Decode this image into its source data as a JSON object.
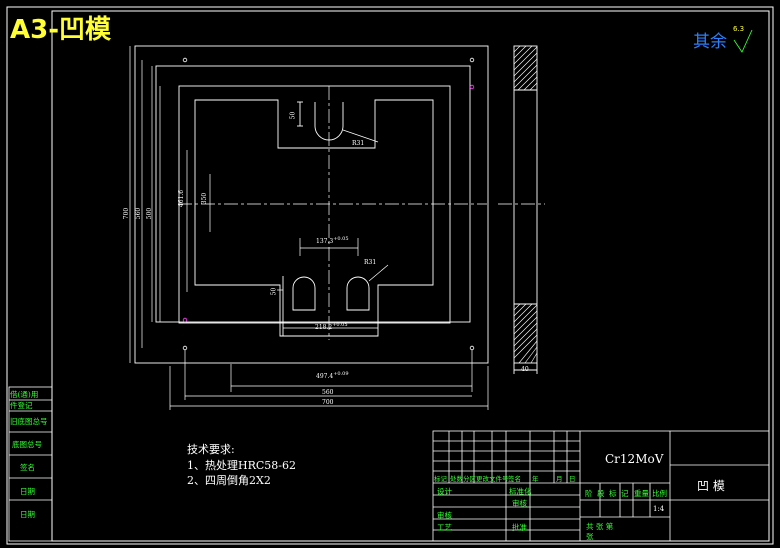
{
  "header": {
    "sheet_title": "A3-凹模",
    "roughness_label": "其余",
    "roughness_value": "6.3"
  },
  "dimensions": {
    "width_total": "700",
    "width_inner": "560",
    "width_holes": "497.4",
    "width_holes_tol": "+0.09",
    "height_total": "700",
    "height_inner": "560",
    "height_holes": "500",
    "height_a": "461.6",
    "height_b": "350",
    "top_slot": "50",
    "top_slot_r": "R31",
    "mid_width": "137.3",
    "mid_width_tol": "+0.05",
    "lower_r": "R31",
    "left_small": "50",
    "bottom_width": "218.2",
    "bottom_width_tol": "+0.05",
    "side_thickness": "40"
  },
  "tech_requirements": {
    "heading": "技术要求:",
    "line1": "1、热处理HRC58-62",
    "line2": "2、四周倒角2X2"
  },
  "left_strip": {
    "items": [
      "借(通)用",
      "件登记",
      "旧底图总号",
      "底图总号",
      "签名",
      "日期",
      "日期"
    ]
  },
  "title_block": {
    "material": "Cr12MoV",
    "part_name": "凹   模",
    "row_headers": [
      "标记",
      "处数",
      "分区",
      "更改文件号",
      "签名",
      "年",
      "月",
      "日"
    ],
    "design": "设计",
    "standard": "标准化",
    "check": "审核",
    "craft": "工艺",
    "approve": "批准",
    "review": "审核",
    "stage_headers": [
      "阶",
      "段",
      "标",
      "记",
      "重量",
      "比例"
    ],
    "scale": "1:4",
    "sheets": "共  张  第",
    "sheet_of": "张"
  },
  "colors": {
    "background": "#000000",
    "lines": "#ffffff",
    "title": "#ffff33",
    "strip_text": "#33ff33",
    "roughness": "#2a7fff",
    "marker": "#ff44ff"
  }
}
